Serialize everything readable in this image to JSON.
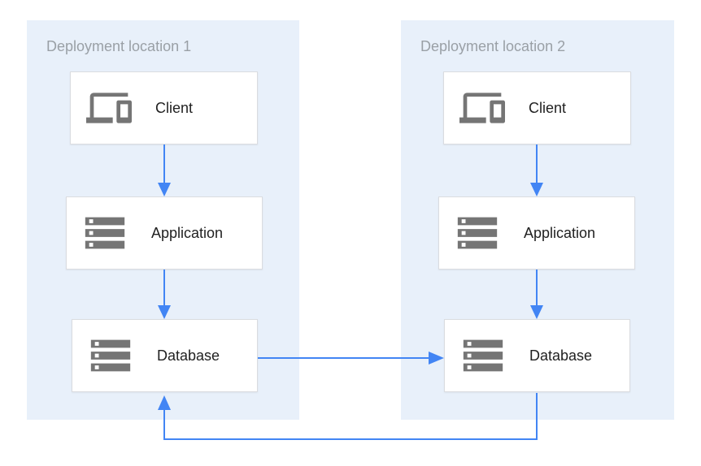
{
  "diagram": {
    "type": "architecture-diagram",
    "colors": {
      "page_bg": "#ffffff",
      "panel_bg": "#e8f0fa",
      "arrow_blue": "#4285f4",
      "box_bg": "#ffffff",
      "box_border": "#dadce0",
      "icon_gray": "#757575",
      "panel_title_gray": "#9aa0a6",
      "node_label_dark": "#212121"
    },
    "panels": [
      {
        "title": "Deployment location 1",
        "nodes": [
          {
            "label": "Client",
            "icon": "devices-icon"
          },
          {
            "label": "Application",
            "icon": "server-stack-icon"
          },
          {
            "label": "Database",
            "icon": "server-stack-icon"
          }
        ]
      },
      {
        "title": "Deployment location 2",
        "nodes": [
          {
            "label": "Client",
            "icon": "devices-icon"
          },
          {
            "label": "Application",
            "icon": "server-stack-icon"
          },
          {
            "label": "Database",
            "icon": "server-stack-icon"
          }
        ]
      }
    ],
    "connections": [
      {
        "from": "location-1-client",
        "to": "location-1-application",
        "style": "straight-down"
      },
      {
        "from": "location-1-application",
        "to": "location-1-database",
        "style": "straight-down"
      },
      {
        "from": "location-2-client",
        "to": "location-2-application",
        "style": "straight-down"
      },
      {
        "from": "location-2-application",
        "to": "location-2-database",
        "style": "straight-down"
      },
      {
        "from": "location-1-database",
        "to": "location-2-database",
        "style": "straight-right"
      },
      {
        "from": "location-2-database",
        "to": "location-1-database",
        "style": "loop-under-bottom"
      }
    ]
  }
}
